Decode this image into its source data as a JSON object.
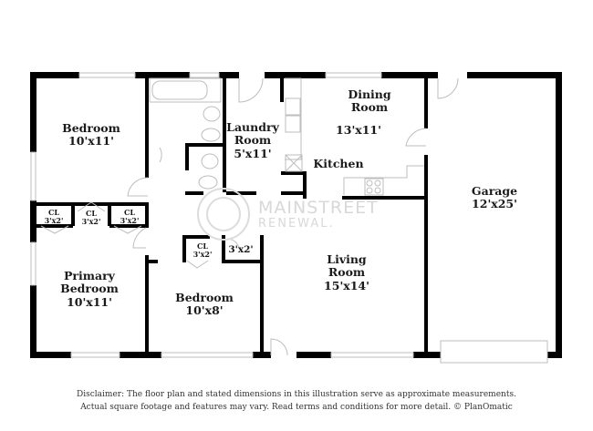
{
  "plan": {
    "rooms": [
      {
        "name": "Bedroom",
        "dims": "10'x11'"
      },
      {
        "name": "Laundry Room",
        "line1": "Laundry",
        "line2": "Room",
        "dims": "5'x11'"
      },
      {
        "name": "Dining Room",
        "line1": "Dining",
        "line2": "Room",
        "dims": "13'x11'"
      },
      {
        "name": "Kitchen"
      },
      {
        "name": "Garage",
        "dims": "12'x25'"
      },
      {
        "name": "Primary Bedroom",
        "line1": "Primary",
        "line2": "Bedroom",
        "dims": "10'x11'"
      },
      {
        "name": "Bedroom",
        "dims": "10'x8'"
      },
      {
        "name": "Living Room",
        "line1": "Living",
        "line2": "Room",
        "dims": "15'x14'"
      }
    ],
    "closets": [
      {
        "label": "CL",
        "dims": "3'x2'"
      },
      {
        "label": "CL",
        "dims": "3'x2'"
      },
      {
        "label": "CL",
        "dims": "3'x2'"
      },
      {
        "label": "CL",
        "dims": "3'x2'"
      },
      {
        "label": "",
        "dims": "3'x2'"
      }
    ],
    "watermark": {
      "line1": "MAINSTREET",
      "line2": "RENEWAL."
    },
    "colors": {
      "wall": "#000000",
      "fixture": "#bdbdbd",
      "text": "#1a1a1a",
      "watermark": "#d8d8d8"
    }
  },
  "disclaimer": {
    "line1": "Disclaimer: The floor plan and stated dimensions in this illustration serve as approximate measurements.",
    "line2": "Actual square footage and features may vary. Read terms and conditions for more detail. © PlanOmatic"
  }
}
